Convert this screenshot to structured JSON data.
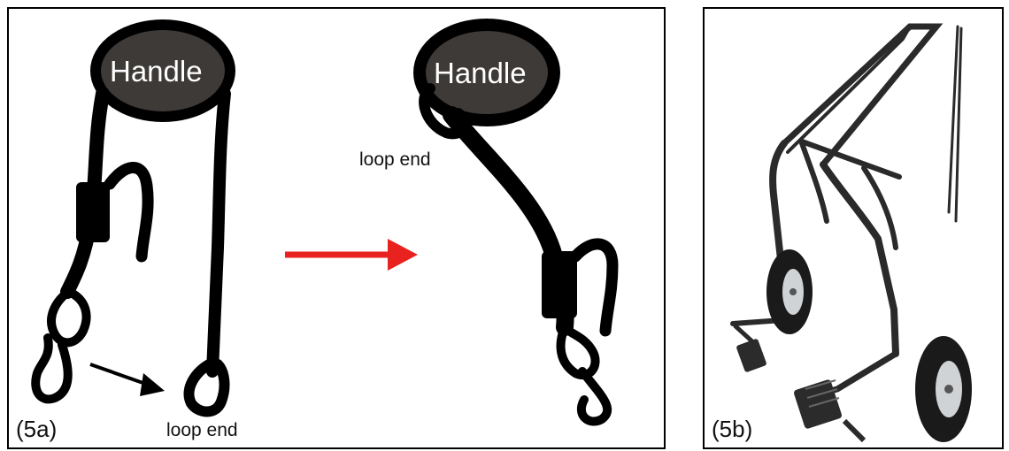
{
  "panel_a": {
    "caption": "(5a)",
    "left_diagram": {
      "handle_label": "Handle",
      "loop_label": "loop end"
    },
    "right_diagram": {
      "handle_label": "Handle",
      "loop_label": "loop end"
    },
    "arrow_color": "#e8221f",
    "handle_fill": "#3d3a38",
    "strap_color": "#000000"
  },
  "panel_b": {
    "caption": "(5b)",
    "frame_color": "#2a2a2a"
  }
}
